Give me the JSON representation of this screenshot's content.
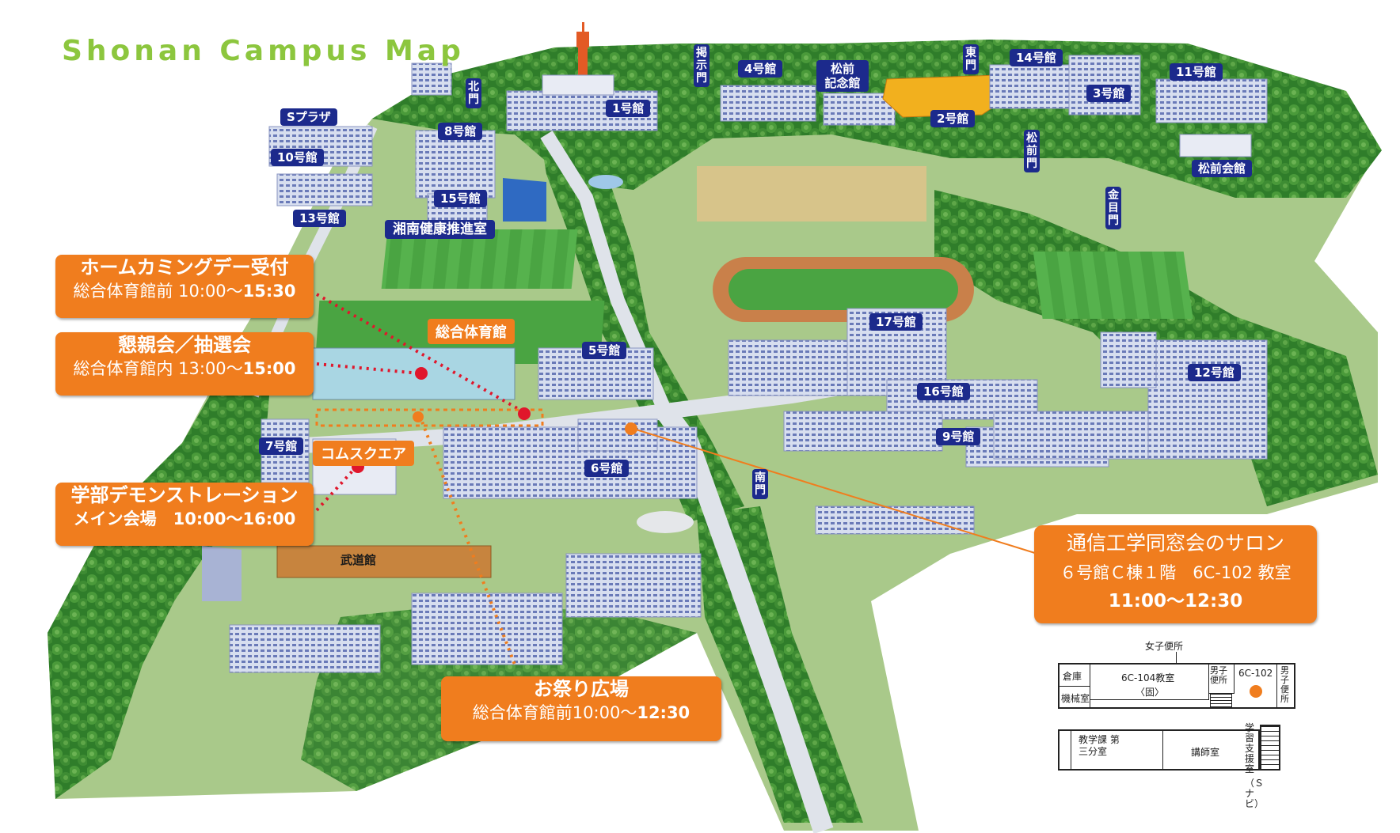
{
  "title": "Shonan Campus Map",
  "buildings": [
    {
      "id": "b1",
      "label": "1号館"
    },
    {
      "id": "b2",
      "label": "2号館"
    },
    {
      "id": "b3",
      "label": "3号館"
    },
    {
      "id": "b4",
      "label": "4号館"
    },
    {
      "id": "b5",
      "label": "5号館"
    },
    {
      "id": "b6",
      "label": "6号館"
    },
    {
      "id": "b7",
      "label": "7号館"
    },
    {
      "id": "b8",
      "label": "8号館"
    },
    {
      "id": "b9",
      "label": "9号館"
    },
    {
      "id": "b10",
      "label": "10号館"
    },
    {
      "id": "b11",
      "label": "11号館"
    },
    {
      "id": "b12",
      "label": "12号館"
    },
    {
      "id": "b13",
      "label": "13号館"
    },
    {
      "id": "b14",
      "label": "14号館"
    },
    {
      "id": "b15",
      "label": "15号館"
    },
    {
      "id": "b16",
      "label": "16号館"
    },
    {
      "id": "b17",
      "label": "17号館"
    },
    {
      "id": "splaza",
      "label": "Sプラザ"
    },
    {
      "id": "kinen",
      "label": "松前 記念館"
    },
    {
      "id": "kaikan",
      "label": "松前会館"
    },
    {
      "id": "kenko",
      "label": "湘南健康推進室"
    },
    {
      "id": "budokan",
      "label": "武道館"
    }
  ],
  "gates": [
    {
      "id": "kita",
      "label": "北門"
    },
    {
      "id": "keiji",
      "label": "掲示門"
    },
    {
      "id": "higashi",
      "label": "東門"
    },
    {
      "id": "matsumae",
      "label": "松前門"
    },
    {
      "id": "kinme",
      "label": "金目門"
    },
    {
      "id": "minami",
      "label": "南門"
    }
  ],
  "venues": {
    "sogo": "総合体育館",
    "comsquare": "コムスクエア"
  },
  "events": [
    {
      "id": "homecoming",
      "title": "ホームカミングデー受付",
      "detail": "総合体育館前 10:00～",
      "time": "15:30"
    },
    {
      "id": "konshin",
      "title": "懇親会／抽選会",
      "detail": "総合体育館内 13:00～",
      "time": "15:00"
    },
    {
      "id": "demo",
      "title": "学部デモンストレーション",
      "detail": "メイン会場　10:00～16:00",
      "time": ""
    },
    {
      "id": "matsuri",
      "title": "お祭り広場",
      "detail": "総合体育館前10:00～",
      "time": "12:30"
    }
  ],
  "salon": {
    "title": "通信工学同窓会のサロン",
    "line2": "６号館Ｃ棟１階　6C-102 教室",
    "time": "11:00～12:30"
  },
  "floorplan": {
    "womens": "女子便所",
    "storage": "倉庫",
    "machine": "機械室",
    "room104": "6C-104教室",
    "room104sub": "〈固〉",
    "mens_a": "男子便所",
    "room102": "6C-102",
    "mens_b": "男子便所",
    "kyomuka": "教学課 第三分室",
    "koshi": "講師室",
    "gakushu": "学習支援室",
    "snavi": "（Ｓナビ）"
  }
}
